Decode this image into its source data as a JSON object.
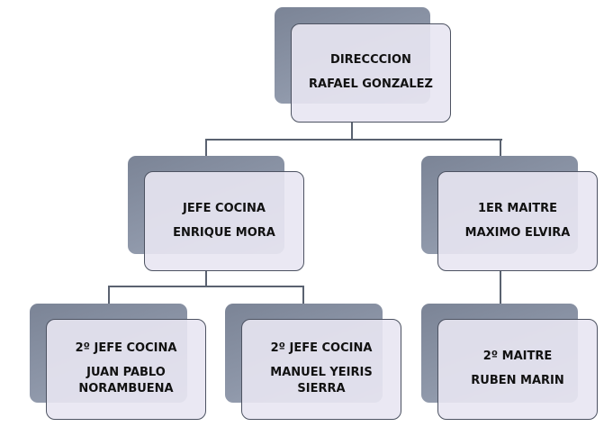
{
  "nodes": {
    "direccion": {
      "role": "DIRECCCION",
      "name": "RAFAEL GONZALEZ"
    },
    "jefe_cocina": {
      "role": "JEFE COCINA",
      "name": "ENRIQUE MORA"
    },
    "maitre": {
      "role": "1ER MAITRE",
      "name": "MAXIMO ELVIRA"
    },
    "segundo_jefe_1": {
      "role": "2º JEFE COCINA",
      "name": "JUAN PABLO NORAMBUENA"
    },
    "segundo_jefe_2": {
      "role": "2º JEFE COCINA",
      "name": "MANUEL YEIRIS SIERRA"
    },
    "segundo_maitre": {
      "role": "2º MAITRE",
      "name": "RUBEN MARIN"
    }
  }
}
